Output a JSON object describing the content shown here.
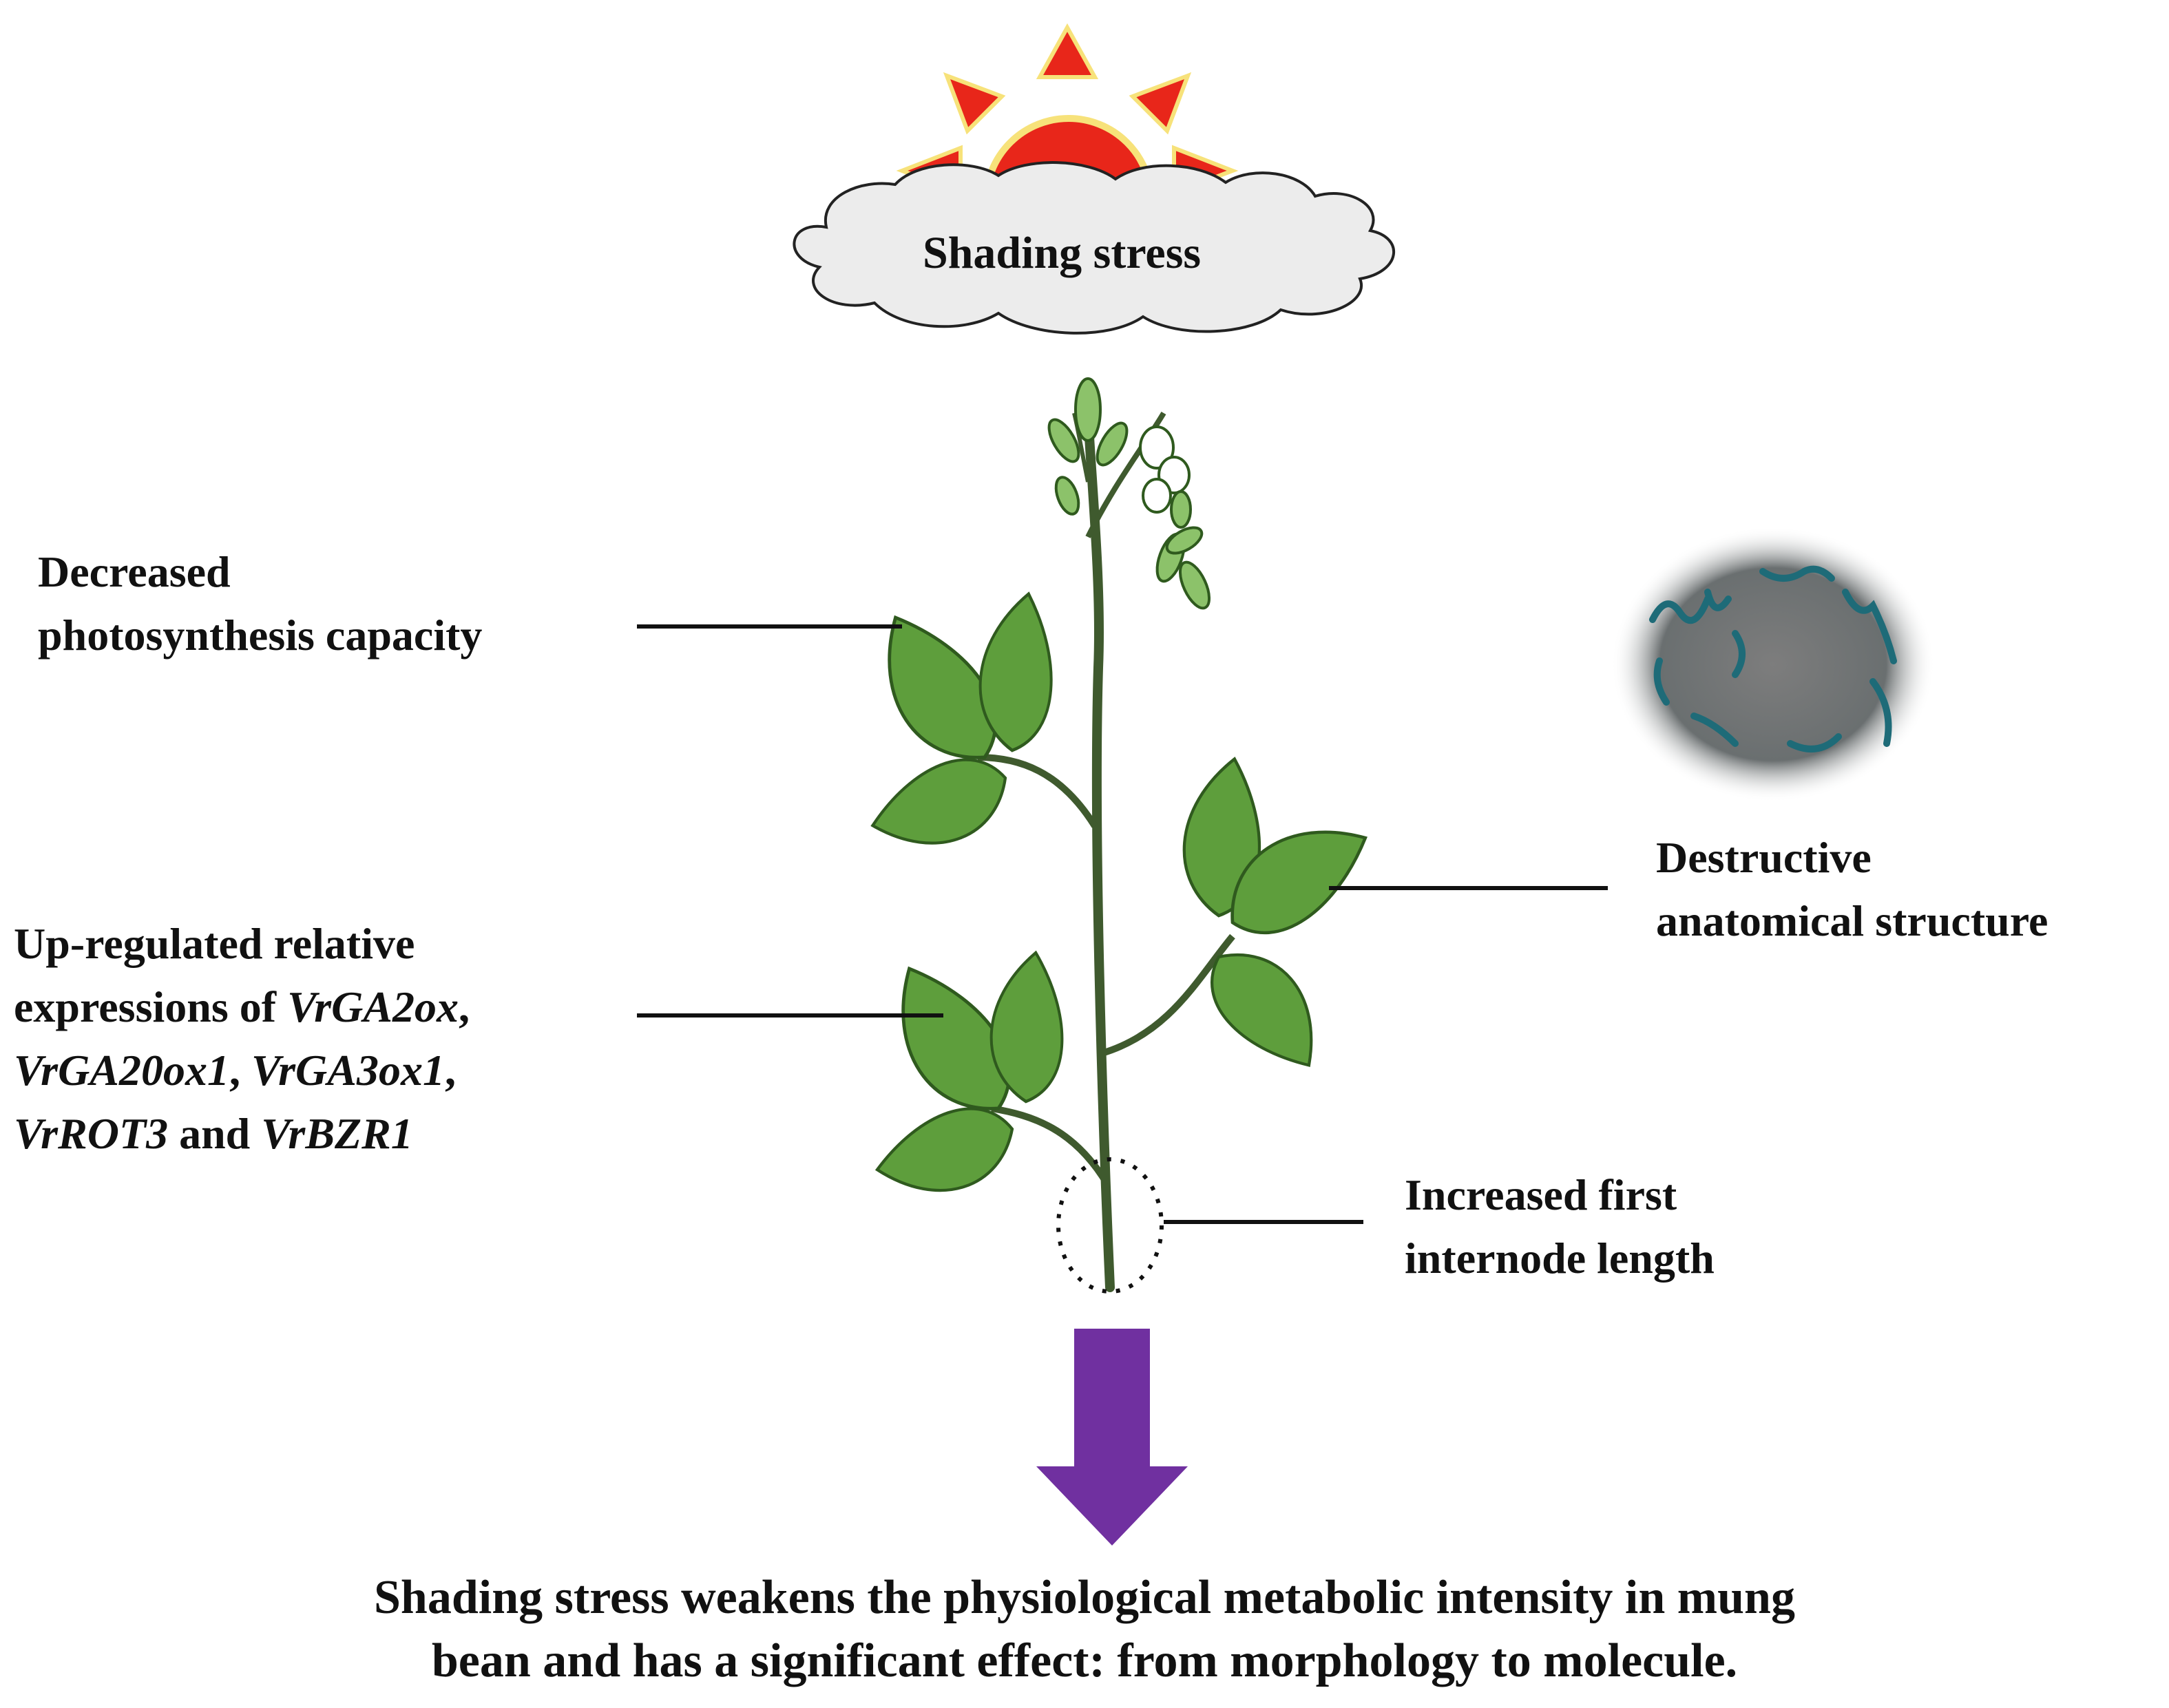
{
  "labels": {
    "cloud": "Shading stress",
    "photosynthesis": [
      "Decreased",
      "photosynthesis capacity"
    ],
    "gene_expression": {
      "line1": "Up-regulated relative",
      "line2_prefix": "expressions of ",
      "genes": [
        "VrGA2ox",
        "VrGA20ox1",
        "VrGA3ox1",
        "VrROT3",
        "VrBZR1"
      ],
      "conjunction": "and"
    },
    "anatomy": [
      "Destructive",
      "anatomical structure"
    ],
    "internode": [
      "Increased first",
      "internode length"
    ],
    "conclusion": [
      "Shading stress weakens the physiological metabolic intensity in mung",
      "bean and has a significant  effect: from  morphology to molecule."
    ]
  },
  "colors": {
    "sun": "#e8261a",
    "sun_glow": "#f7e27a",
    "cloud_fill": "#ececec",
    "leaf": "#5e9e3c",
    "leaf_dark": "#2f5a1e",
    "stem": "#3f5a2e",
    "arrow": "#7030a0",
    "leader": "#111111"
  }
}
